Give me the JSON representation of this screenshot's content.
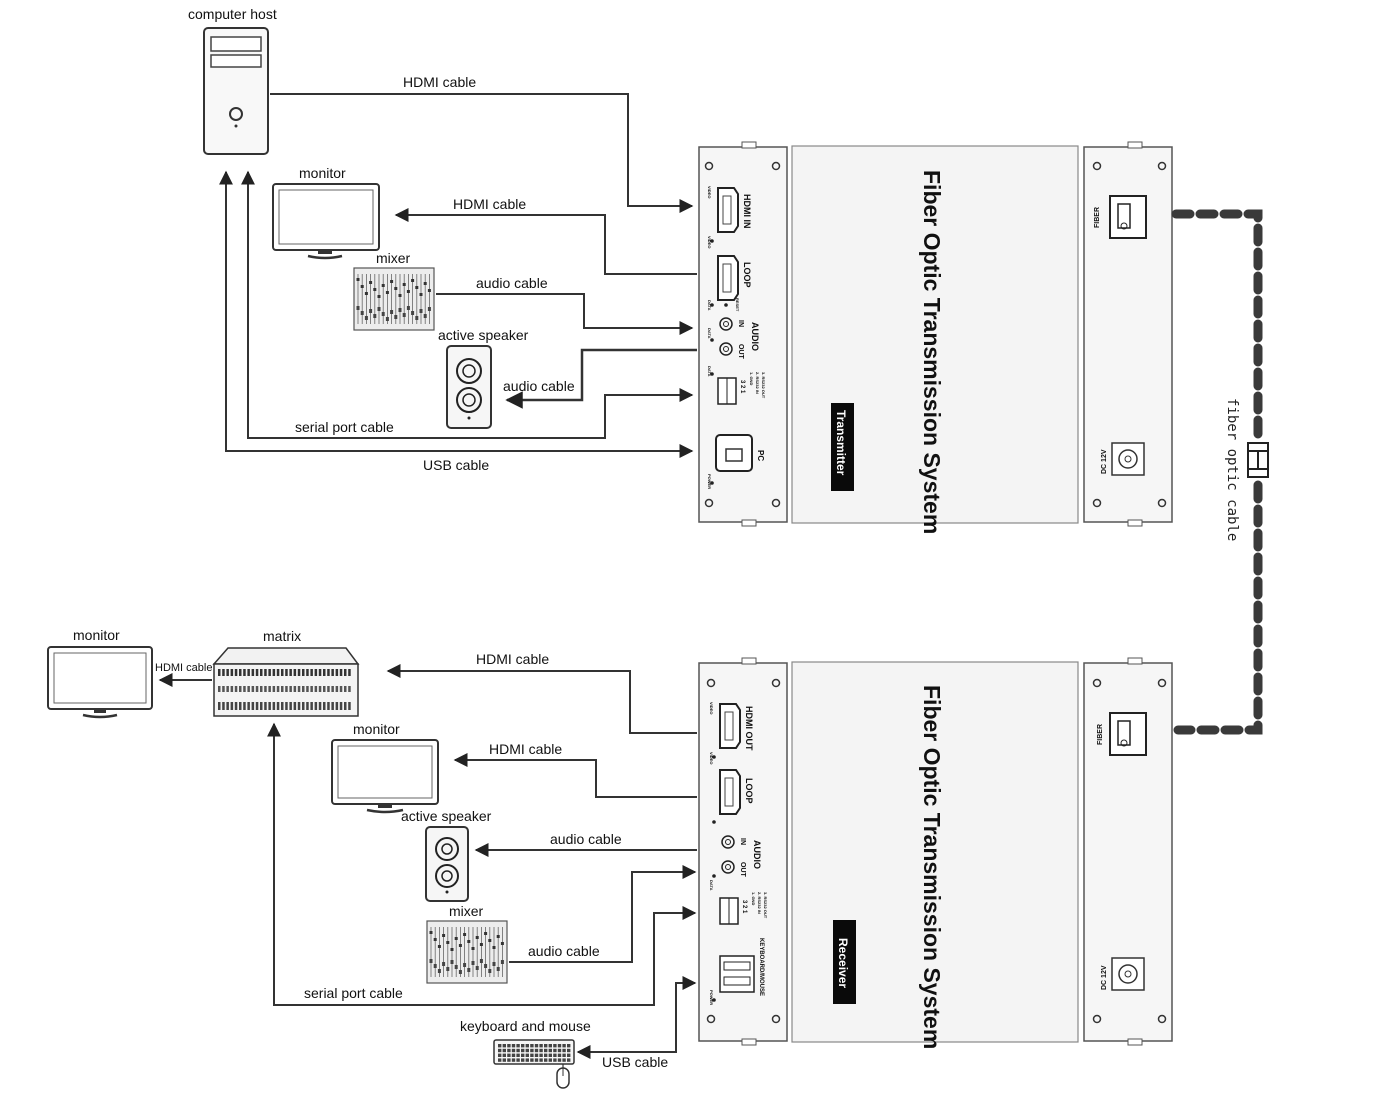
{
  "labels": {
    "computer_host": "computer host",
    "hdmi_cable_1": "HDMI cable",
    "monitor_1": "monitor",
    "hdmi_cable_2": "HDMI cable",
    "mixer_1": "mixer",
    "audio_cable_1": "audio cable",
    "active_speaker_1": "active speaker",
    "audio_cable_2": "audio cable",
    "serial_port_cable_1": "serial port cable",
    "usb_cable_1": "USB cable",
    "fiber_optic_cable": "fiber optic cable",
    "monitor_2": "monitor",
    "matrix": "matrix",
    "hdmi_cable_small": "HDMI cable",
    "hdmi_cable_3": "HDMI cable",
    "monitor_3": "monitor",
    "hdmi_cable_4": "HDMI cable",
    "active_speaker_2": "active speaker",
    "audio_cable_3": "audio cable",
    "mixer_2": "mixer",
    "audio_cable_4": "audio cable",
    "serial_port_cable_2": "serial port cable",
    "keyboard_mouse": "keyboard and mouse",
    "usb_cable_2": "USB cable"
  },
  "transmitter": {
    "title": "Fiber Optic Transmission System",
    "badge": "Transmitter",
    "ports": {
      "hdmi_in": "HDMI IN",
      "loop": "LOOP",
      "audio": "AUDIO",
      "audio_in": "IN",
      "audio_out": "OUT",
      "reset": "RESET",
      "serial_1": "1. GND",
      "serial_2": "2. RS232 IN",
      "serial_3": "3. RS232 OUT",
      "serial_nums": "3 2 1",
      "pc": "PC",
      "fiber": "FIBER",
      "dc": "DC 12V",
      "video": "VIDEO",
      "data": "DATA",
      "power": "POWER"
    }
  },
  "receiver": {
    "title": "Fiber Optic Transmission System",
    "badge": "Receiver",
    "ports": {
      "hdmi_out": "HDMI OUT",
      "loop": "LOOP",
      "audio": "AUDIO",
      "audio_in": "IN",
      "audio_out": "OUT",
      "serial_1": "1. GND",
      "serial_2": "2. RS232 IN",
      "serial_3": "3. RS232 OUT",
      "serial_nums": "3 2 1",
      "keyboard_mouse": "KEYBOARD/MOUSE",
      "fiber": "FIBER",
      "dc": "DC 12V",
      "video": "VIDEO",
      "data": "DATA",
      "power": "POWER"
    }
  }
}
